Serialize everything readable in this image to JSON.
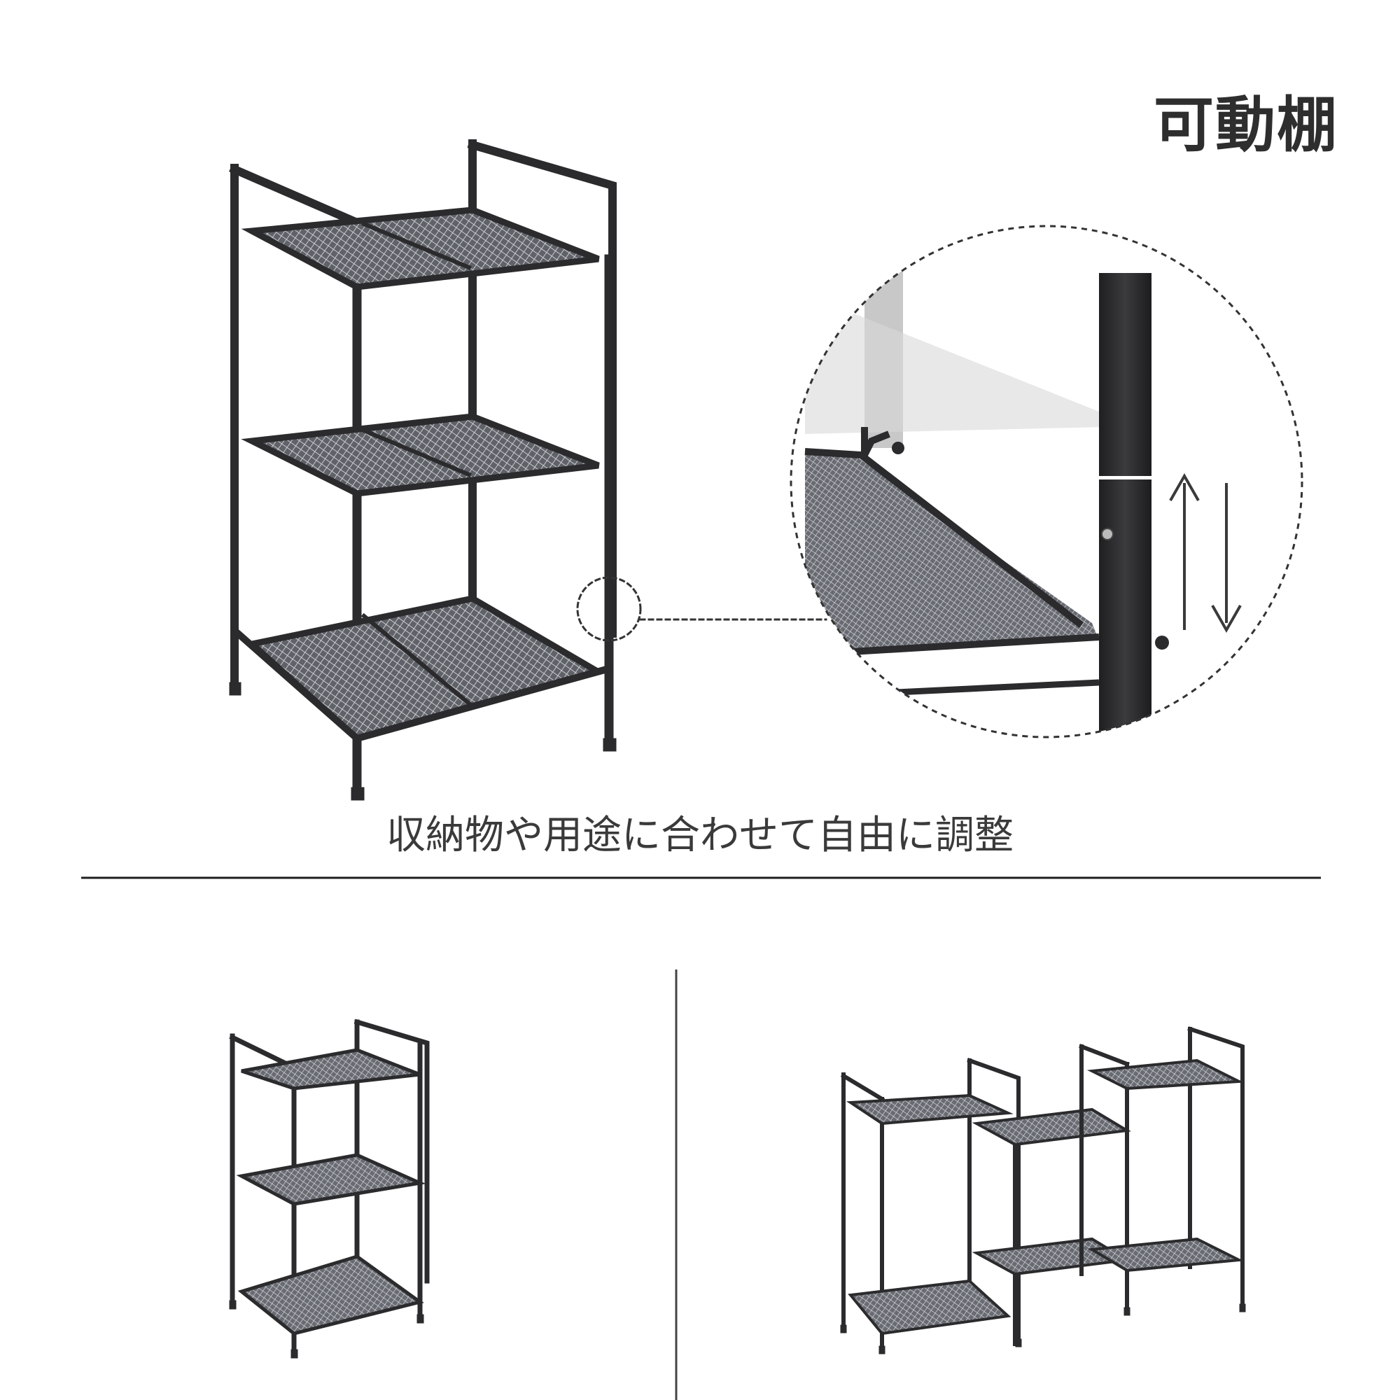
{
  "header": {
    "title": "可動棚"
  },
  "caption": {
    "text": "収納物や用途に合わせて自由に調整"
  },
  "colors": {
    "frame": "#2b2b2d",
    "mesh": "#777a80",
    "divider": "#1f1f1f",
    "text": "#3a3a3a"
  },
  "illustrations": [
    {
      "name": "three-tier-shelf-main"
    },
    {
      "name": "adjustable-shelf-detail"
    },
    {
      "name": "three-tier-shelf-small"
    },
    {
      "name": "combined-shelf-units"
    }
  ]
}
